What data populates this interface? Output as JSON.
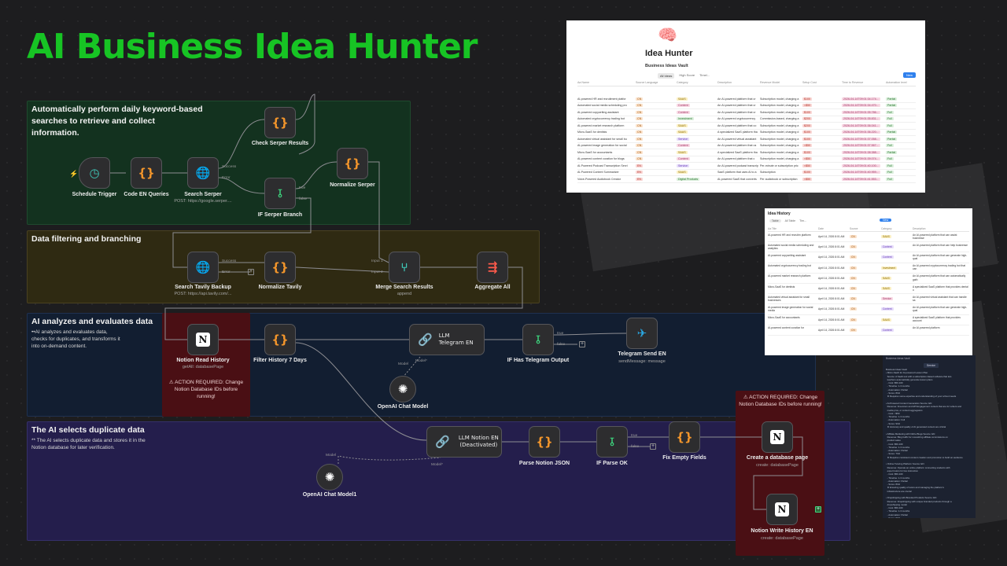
{
  "title": "AI Business Idea Hunter",
  "sections": {
    "collect": {
      "title": "Automatically perform daily keyword-based searches to retrieve and collect information."
    },
    "filter": {
      "title": "Data filtering and branching"
    },
    "analyze": {
      "title": "AI analyzes and evaluates data",
      "desc": "••AI analyzes and evaluates data, checks for duplicates, and transforms it into on-demand content."
    },
    "dedupe": {
      "title": "The AI selects duplicate data",
      "desc": "** The AI selects duplicate data and stores it in the Notion database for later verification."
    }
  },
  "warnings": {
    "w1": "⚠ ACTION REQUIRED: Change Notion Database IDs before running!",
    "w2": "⚠ ACTION REQUIRED: Change Notion Database IDs before running!"
  },
  "nodes": {
    "schedule": {
      "label": "Schedule Trigger"
    },
    "code_en": {
      "label": "Code EN Queries"
    },
    "search_serper": {
      "label": "Search Serper",
      "sub": "POST: https://google.serper...."
    },
    "check_serper": {
      "label": "Check Serper Results"
    },
    "if_serper": {
      "label": "IF Serper Branch"
    },
    "normalize_serper": {
      "label": "Normalize Serper"
    },
    "tavily_backup": {
      "label": "Search Tavily Backup",
      "sub": "POST: https://api.tavily.com/..."
    },
    "normalize_tavily": {
      "label": "Normalize Tavily"
    },
    "merge": {
      "label": "Merge Search Results",
      "sub": "append"
    },
    "aggregate": {
      "label": "Aggregate All"
    },
    "notion_read": {
      "label": "Notion Read History",
      "sub": "getAll: databasePage"
    },
    "filter_history": {
      "label": "Filter History 7 Days"
    },
    "llm_telegram": {
      "label": "LLM Telegram EN"
    },
    "if_telegram": {
      "label": "IF Has Telegram Output"
    },
    "telegram_send": {
      "label": "Telegram Send EN",
      "sub": "sendMessage: message"
    },
    "openai1": {
      "label": "OpenAI Chat Model"
    },
    "llm_notion": {
      "label": "LLM Notion EN (Deactivated)"
    },
    "parse_notion": {
      "label": "Parse Notion JSON"
    },
    "if_parse": {
      "label": "IF Parse OK"
    },
    "fix_empty": {
      "label": "Fix Empty Fields"
    },
    "create_db": {
      "label": "Create a database page",
      "sub": "create: databasePage"
    },
    "openai2": {
      "label": "OpenAI Chat Model1"
    },
    "notion_write": {
      "label": "Notion Write History EN",
      "sub": "create: databasePage"
    }
  },
  "ports": {
    "success": "Success",
    "error": "Error",
    "true": "true",
    "false": "false",
    "input1": "Input 1",
    "input2": "Input 2",
    "model": "Model",
    "model_req": "Model*"
  },
  "idea_hunter": {
    "title": "Idea Hunter",
    "subtitle": "Business Ideas Vault",
    "views": [
      "All Ideas",
      "High Score",
      "Timel..."
    ],
    "new_label": "New",
    "columns": [
      "Aa Name",
      "Source Language",
      "Category",
      "Description",
      "Revenue Model",
      "Setup Cost",
      "Time to Revenue",
      "Automation level"
    ],
    "rows": [
      [
        "AI-powered HR and recruitment platfor",
        "CN",
        "SAAS",
        "An AI-powered platform that cr",
        "Subscription model, charging a",
        "$100",
        "2026-04-14T09:01:34.174...",
        "Partial"
      ],
      [
        "Automated social media scheduling pro",
        "CN",
        "Content",
        "An AI-powered platform that cr",
        "Subscription model, charging a",
        "<$50",
        "2026-04-14T09:01:34.470...",
        "Partial"
      ],
      [
        "AI-powered copywriting assistant",
        "CN",
        "Content",
        "An AI-powered platform that cr",
        "Subscription model, charging a",
        "$100",
        "2026-04-14T09:01:35.786...",
        "Full"
      ],
      [
        "Automated cryptocurrency trading bot",
        "CN",
        "Investment",
        "An AI-powered cryptocurrency",
        "Commission-based, charging a",
        "$200",
        "2026-04-14T09:01:35.831...",
        "Full"
      ],
      [
        "AI-powered market research platform",
        "CN",
        "SAAS",
        "An AI-powered platform that co",
        "Subscription model, charging a",
        "$200",
        "2026-04-14T09:01:36.041...",
        "Full"
      ],
      [
        "Micro-SaaS for dentists",
        "CN",
        "SAAS",
        "A specialized SaaS platform tha",
        "Subscription model, charging d",
        "$100",
        "2026-04-14T09:01:36.220...",
        "Partial"
      ],
      [
        "Automated virtual assistant for small bu",
        "CN",
        "Service",
        "An AI-powered virtual assistant",
        "Subscription model, charging a",
        "$100",
        "2026-04-14T09:01:37.058...",
        "Partial"
      ],
      [
        "AI-powered image generation for social",
        "CN",
        "Content",
        "An AI-powered platform that us",
        "Subscription model, charging a",
        "<$50",
        "2026-04-14T09:01:37.567...",
        "Full"
      ],
      [
        "Micro-SaaS for accountants",
        "CN",
        "SAAS",
        "A specialized SaaS platform tha",
        "Subscription model, charging a",
        "$100",
        "2026-04-14T09:01:38.388...",
        "Partial"
      ],
      [
        "AI-powered content curation for blogs",
        "CN",
        "Content",
        "An AI-powered platform that c",
        "Subscription model, charging a",
        "<$50",
        "2026-04-14T09:01:39.074...",
        "Full"
      ],
      [
        "AI-Powered Podcast Transcription Servi",
        "EN",
        "Service",
        "An AI-powered podcast transcrip",
        "Per-minute or subscription pric",
        "<$50",
        "2026-04-14T09:01:40.100...",
        "Full"
      ],
      [
        "AI-Powered Content Summarizer",
        "EN",
        "SAAS",
        "SaaS platform that uses AI to a",
        "Subscription",
        "$100",
        "2026-04-14T09:01:40.959...",
        "Full"
      ],
      [
        "Voice-Powered Audiobook Creator",
        "EN",
        "Digital Products",
        "AI-powered SaaS that converts",
        "Per audiobook or subscription",
        "<$50",
        "2026-04-14T09:01:41.553...",
        "Full"
      ]
    ]
  },
  "idea_history": {
    "title": "Idea History",
    "views": [
      "Table",
      "All Table",
      "Tim..."
    ],
    "new_label": "New",
    "columns": [
      "Aa Title",
      "Date",
      "Source",
      "Category",
      "Description"
    ],
    "rows": [
      [
        "AI-powered HR and recruitm platform",
        "April 14, 2026 8:01 AM",
        "CN",
        "SAAS",
        "An AI-powered platform that can assist businesse"
      ],
      [
        "Automated social media scheduling and analytics",
        "April 14, 2026 8:01 AM",
        "CN",
        "Content",
        "An AI-powered platform that can help businesse"
      ],
      [
        "AI-powered copywriting assistant",
        "April 14, 2026 8:01 AM",
        "CN",
        "Content",
        "An AI-powered platform that can generate high-qual"
      ],
      [
        "Automated cryptocurrency trading bot",
        "April 14, 2026 8:01 AM",
        "CN",
        "Investment",
        "An AI-powered cryptocurrency trading bot that can"
      ],
      [
        "AI-powered market research platform",
        "April 14, 2026 8:01 AM",
        "CN",
        "SAAS",
        "An AI-powered platform that can automatically gath"
      ],
      [
        "Micro-SaaS for dentists",
        "April 14, 2026 8:01 AM",
        "CN",
        "SAAS",
        "A specialized SaaS platform that provides dental o"
      ],
      [
        "Automated virtual assistant for small businesses",
        "April 14, 2026 8:01 AM",
        "CN",
        "Service",
        "An AI-powered virtual assistant that can handle sa"
      ],
      [
        "AI-powered image generation for social media",
        "April 14, 2026 8:01 AM",
        "CN",
        "Content",
        "An AI-powered platform that can generate high-qual"
      ],
      [
        "Micro-SaaS for accountants",
        "April 14, 2026 8:01 AM",
        "CN",
        "SAAS",
        "A specialized SaaS platform that provides account"
      ],
      [
        "AI-powered content curation for",
        "April 14, 2026 8:01 AM",
        "CN",
        "Content",
        "An AI-powered platform"
      ]
    ]
  },
  "telegram_preview": {
    "header": "Business Ideas Vault",
    "badge": "Service",
    "body": "Business Ideas Vault\n• Micro-SaaS for AI-powered Lesson Plan\n  Source: A SaaS tool with a subscription-based software that lets\n  teachers automatically generate lesson plans\n  - Cost: $50-100\n  - Timeline: 1-3 months\n  - Automation: Partial\n  - Score: 8/10\n  ★ Requires some expertise and understanding of your school needs\n\n• AI-Powered Content Generation Source: EN\n  Revenue: Freemium and API Engagement content that are for writers and\n  media pros, or content aggregators\n  - Cost: <$50\n  - Timeline: 1-3 months\n  - Automation: Full\n  - Score: 9/10\n  ★ Accuracy and quality of AI generated content are critical\n\n• Affiliate Marketing with Niche Blogs Source: EN\n  Revenue: Blog traffic for monetizing affiliate commissions on\n  product sales\n  - Cost: $50-100\n  - Timeline: 1-3 months\n  - Automation: Partial\n  - Score: 7/10\n  ★ Requires consistent content creation and promotion to build an audience\n\n• Online Tutoring Platform Source: EN\n  Revenue: Operate an online platform connecting students with\n  expert tutors for live instruction\n  - Cost: $50-100\n  - Timeline: 1-3 months\n  - Automation: Partial\n  - Score: 8/10\n  ★ Ensuring quality of tutors and managing the platform's\n  infrastructure are crucial\n\n• Dropshipping with Branded Products Source: EN\n  Revenue: Dropshipping with unique branded products through a\n  dropshipping model\n  - Cost: $50-100\n  - Timeline: 1-3 months\n  - Automation: Partial\n  - Score: 6/10\n  ★ Effective brand presence and marketing is key to success in\n  this niche"
  }
}
